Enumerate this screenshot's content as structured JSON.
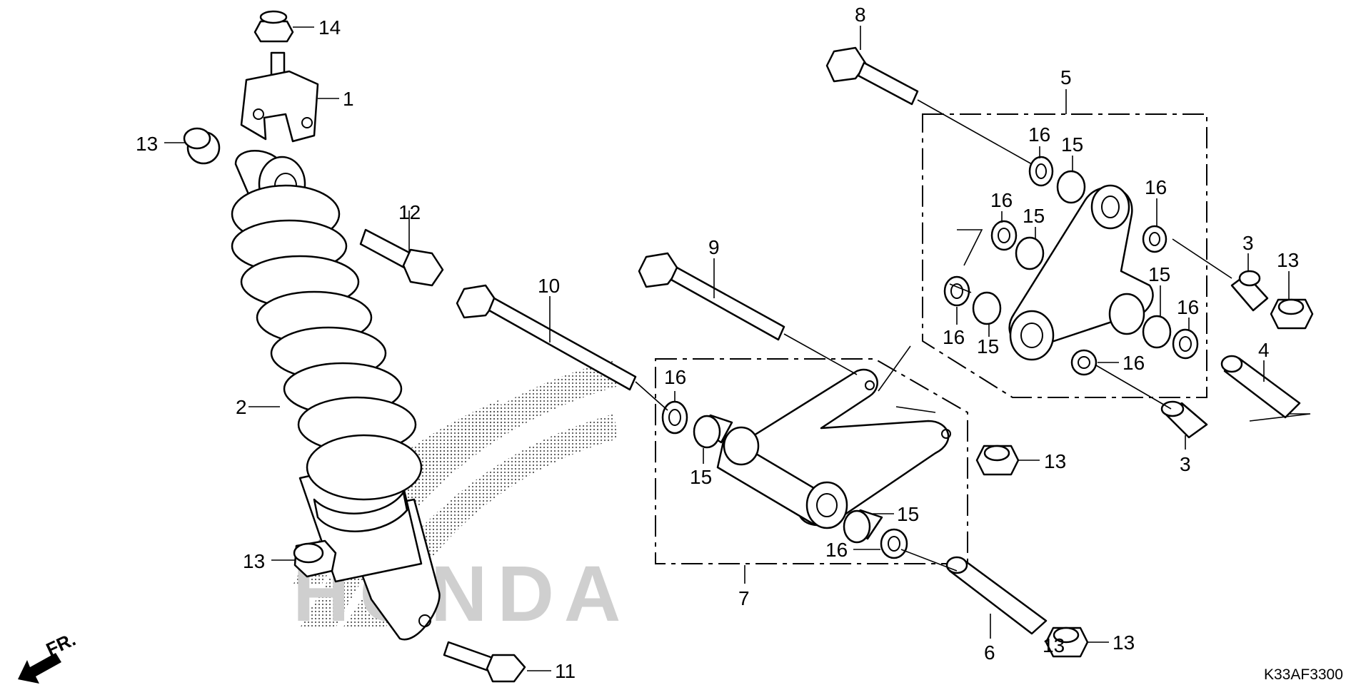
{
  "diagram": {
    "drawing_code": "K33AF3300",
    "direction_marker": "FR.",
    "watermark_text": "HONDA",
    "labels": [
      {
        "id": "l14",
        "text": "14"
      },
      {
        "id": "l1",
        "text": "1"
      },
      {
        "id": "l13a",
        "text": "13"
      },
      {
        "id": "l12",
        "text": "12"
      },
      {
        "id": "l2",
        "text": "2"
      },
      {
        "id": "l10",
        "text": "10"
      },
      {
        "id": "l9",
        "text": "9"
      },
      {
        "id": "l8",
        "text": "8"
      },
      {
        "id": "l5",
        "text": "5"
      },
      {
        "id": "l16a",
        "text": "16"
      },
      {
        "id": "l15a",
        "text": "15"
      },
      {
        "id": "l16b",
        "text": "16"
      },
      {
        "id": "l15b",
        "text": "15"
      },
      {
        "id": "l16c",
        "text": "16"
      },
      {
        "id": "l3a",
        "text": "3"
      },
      {
        "id": "l13b",
        "text": "13"
      },
      {
        "id": "l15c",
        "text": "15"
      },
      {
        "id": "l16d",
        "text": "16"
      },
      {
        "id": "l16e",
        "text": "16"
      },
      {
        "id": "l15d",
        "text": "15"
      },
      {
        "id": "l16f",
        "text": "16"
      },
      {
        "id": "l4",
        "text": "4"
      },
      {
        "id": "l3b",
        "text": "3"
      },
      {
        "id": "l16g",
        "text": "16"
      },
      {
        "id": "l15e",
        "text": "15"
      },
      {
        "id": "l13c",
        "text": "13"
      },
      {
        "id": "l15f",
        "text": "15"
      },
      {
        "id": "l16h",
        "text": "16"
      },
      {
        "id": "l7",
        "text": "7"
      },
      {
        "id": "l13d",
        "text": "13"
      },
      {
        "id": "l6",
        "text": "6"
      },
      {
        "id": "l13e",
        "text": "13"
      },
      {
        "id": "l11",
        "text": "11"
      }
    ]
  }
}
